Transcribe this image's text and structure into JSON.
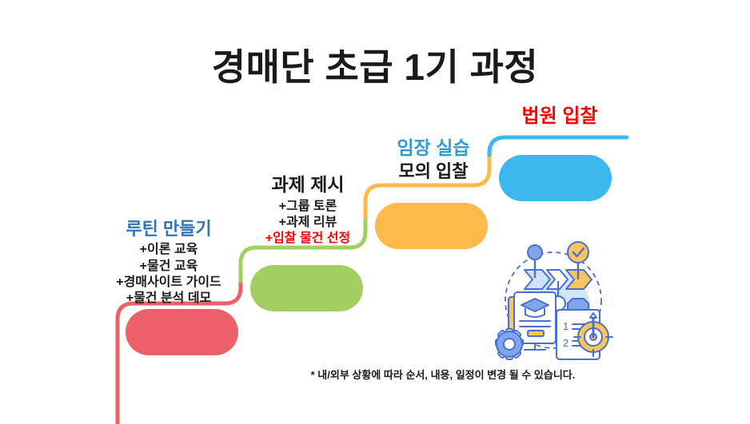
{
  "slide": {
    "title": "경매단 초급 1기 과정",
    "footnote": "* 내/외부 상황에 따라 순서, 내용, 일정이 변경 될 수 있습니다.",
    "background_color": "#FFFFFF"
  },
  "steps": [
    {
      "index": 1,
      "heading": "루틴 만들기",
      "heading_color": "#2E75B6",
      "bar_color": "#EC6069",
      "bullets": [
        "+이론 교육",
        "+물건 교육",
        "+경매사이트 가이드",
        "+물건 분석 데모"
      ]
    },
    {
      "index": 2,
      "heading": "과제 제시",
      "heading_color": "#1A1A1A",
      "bar_color": "#A3CF62",
      "bullets": [
        "+그룹 토론",
        "+과제 리뷰",
        "+입찰 물건 선정"
      ],
      "accent_bullet_index": 2,
      "accent_color": "#FF0000"
    },
    {
      "index": 3,
      "heading": "임장 실습",
      "heading_color": "#2E9BD6",
      "subheading": "모의 입찰",
      "subheading_color": "#1A1A1A",
      "bar_color": "#FDB949",
      "bullets": []
    },
    {
      "index": 4,
      "heading": "법원 입찰",
      "heading_color": "#FF0000",
      "bar_color": "#3DB8EE",
      "bullets": []
    }
  ],
  "illustration": {
    "name": "training-process-illustration",
    "elements": [
      "dashed-circle",
      "chevron-arrows",
      "check-badge",
      "graduation-certificate",
      "gear",
      "clipboard-numbered-list",
      "target-dart"
    ],
    "clipboard_items": [
      "1",
      "2"
    ],
    "colors": {
      "blue": "#4A6FD4",
      "light_blue": "#CFE2F7",
      "yellow": "#FBC55B",
      "white": "#FFFFFF"
    }
  }
}
